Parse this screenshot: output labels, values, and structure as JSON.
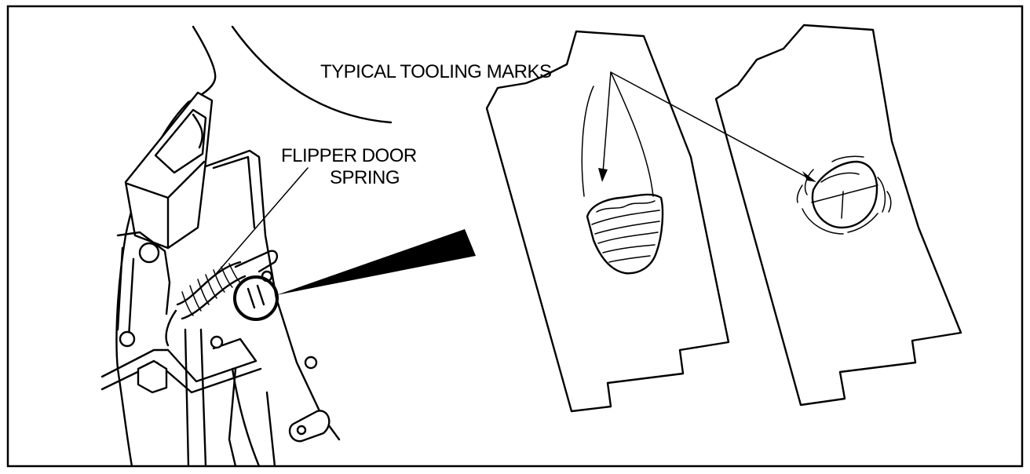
{
  "labels": {
    "spring_line1": "FLIPPER DOOR",
    "spring_line2": "SPRING",
    "tooling": "TYPICAL TOOLING MARKS"
  },
  "colors": {
    "ink": "#000000",
    "background": "#ffffff"
  }
}
